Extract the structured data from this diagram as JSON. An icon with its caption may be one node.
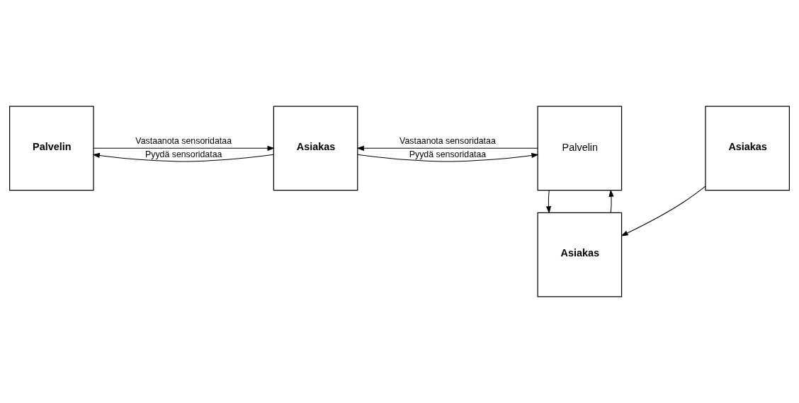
{
  "diagram": {
    "nodes": [
      {
        "text": [
          "Palvelin"
        ]
      },
      {
        "text": [
          "Asiakas"
        ]
      },
      {
        "text": [
          "Palvelin"
        ]
      },
      {
        "text": [
          "Asiakas"
        ]
      },
      {
        "text": [
          "Asiakas"
        ]
      }
    ],
    "edges": [
      {
        "from": 1,
        "to": 0,
        "arrow": "to",
        "label": "Pyydä sensoridataa"
      },
      {
        "from": 0,
        "to": 1,
        "arrow": "to",
        "label": "Vastaanota sensoridataa"
      },
      {
        "from": 1,
        "to": 2,
        "arrow": "to",
        "label": "Pyydä sensoridataa"
      },
      {
        "from": 2,
        "to": 1,
        "arrow": "to",
        "label": "Vastaanota sensoridataa"
      },
      {
        "from": 3,
        "to": 2,
        "arrow": "to"
      },
      {
        "from": 2,
        "to": 3,
        "arrow": "to"
      },
      {
        "from": 4,
        "to": 3,
        "arrow": "to"
      }
    ]
  }
}
